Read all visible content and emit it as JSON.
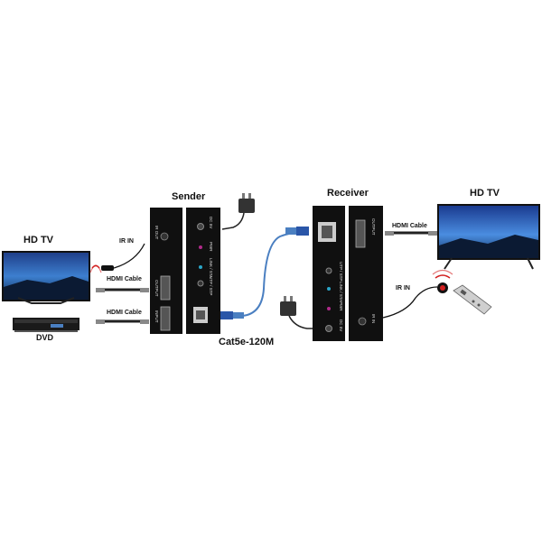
{
  "labels": {
    "hdtv_left": "HD TV",
    "dvd": "DVD",
    "sender": "Sender",
    "receiver": "Receiver",
    "hdtv_right": "HD TV",
    "cable": "Cat5e-120M",
    "ir_in_left": "IR IN",
    "ir_in_right": "IR IN",
    "hdmi_cable_1": "HDMI Cable",
    "hdmi_cable_2": "HDMI Cable",
    "hdmi_cable_3": "HDMI Cable"
  },
  "sender_ports": {
    "ir_out": "IR OUT",
    "output": "OUTPUT",
    "input": "INPUT",
    "dc": "DC 5V",
    "pwr": "PWR",
    "link": "LINK / STA",
    "utp": "UTP / STP"
  },
  "receiver_ports": {
    "utp": "UTP / STP",
    "sta": "LINK / STA",
    "pwr": "PWR",
    "dc": "DC 5V",
    "output": "OUTPUT",
    "ir_in": "IR IN"
  },
  "colors": {
    "device": "#101010",
    "cable_blue": "#4a7fc1",
    "rj45_blue": "#2a56a8",
    "ir_red": "#d21f1f"
  }
}
